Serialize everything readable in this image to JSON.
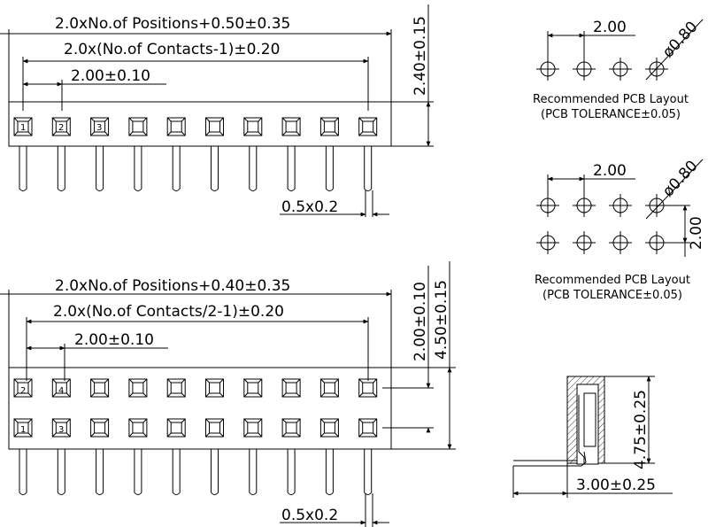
{
  "single_row": {
    "dim_total": "2.0xNo.of Positions+0.50±0.35",
    "dim_contacts": "2.0x(No.of Contacts-1)±0.20",
    "dim_pitch": "2.00±0.10",
    "dim_height": "2.40±0.15",
    "dim_pin": "0.5x0.2",
    "pin_numbers": [
      "1",
      "2",
      "3"
    ]
  },
  "double_row": {
    "dim_total": "2.0xNo.of Positions+0.40±0.35",
    "dim_contacts": "2.0x(No.of Contacts/2-1)±0.20",
    "dim_pitch": "2.00±0.10",
    "dim_row_pitch": "2.00±0.10",
    "dim_height": "4.50±0.15",
    "dim_pin": "0.5x0.2",
    "pin_numbers_top": [
      "2",
      "4"
    ],
    "pin_numbers_bottom": [
      "1",
      "3"
    ]
  },
  "pcb_single": {
    "dim_pitch": "2.00",
    "dim_hole": "ø0.80",
    "caption_line1": "Recommended PCB Layout",
    "caption_line2": "(PCB TOLERANCE±0.05)"
  },
  "pcb_double": {
    "dim_pitch": "2.00",
    "dim_row_pitch": "2.00",
    "dim_hole": "ø0.80",
    "caption_line1": "Recommended PCB Layout",
    "caption_line2": "(PCB TOLERANCE±0.05)"
  },
  "side_view": {
    "dim_height": "4.75±0.25",
    "dim_width": "3.00±0.25"
  }
}
